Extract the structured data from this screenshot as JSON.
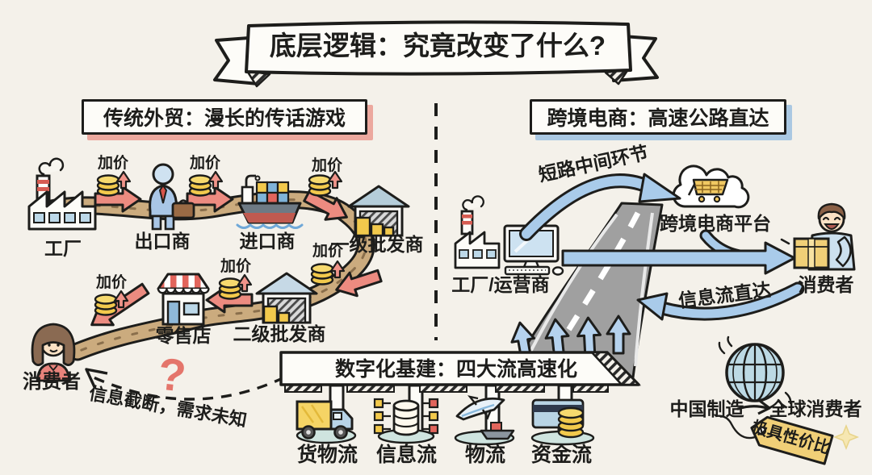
{
  "title": "底层逻辑：究竟改变了什么?",
  "left": {
    "header": "传统外贸：漫长的传话游戏",
    "markup": "加价",
    "factory": "工厂",
    "exporter": "出口商",
    "importer": "进口商",
    "wholesaler1": "一级批发商",
    "wholesaler2": "二级批发商",
    "retail": "零售店",
    "consumer": "消费者",
    "question": "?",
    "info_gap": "信息截断，需求未知"
  },
  "right": {
    "header": "跨境电商：高速公路直达",
    "shortcut": "短路中间环节",
    "factory": "工厂/运营商",
    "platform": "跨境电商平台",
    "consumer": "消费者",
    "info_direct": "信息流直达"
  },
  "infra": {
    "header": "数字化基建：四大流高速化",
    "flows": [
      {
        "label": "货物流",
        "icon": "truck-icon"
      },
      {
        "label": "信息流",
        "icon": "database-icon"
      },
      {
        "label": "物流",
        "icon": "plane-ship-icon"
      },
      {
        "label": "资金流",
        "icon": "card-coins-icon"
      }
    ]
  },
  "footer": {
    "from": "中国制造",
    "to": "全球消费者",
    "tag": "极具性价比"
  },
  "colors": {
    "background": "#f4f1ea",
    "ink": "#1d1d1b",
    "arrow_red": "#ec8b80",
    "arrow_blue": "#a9cbea",
    "coin_gold": "#f2c94c",
    "path_tan": "#cbab7e",
    "tag_yellow": "#f0cf77",
    "header_shadow_red": "#eca89e",
    "header_shadow_blue": "#aac8e2",
    "question_red": "#e4756b"
  }
}
